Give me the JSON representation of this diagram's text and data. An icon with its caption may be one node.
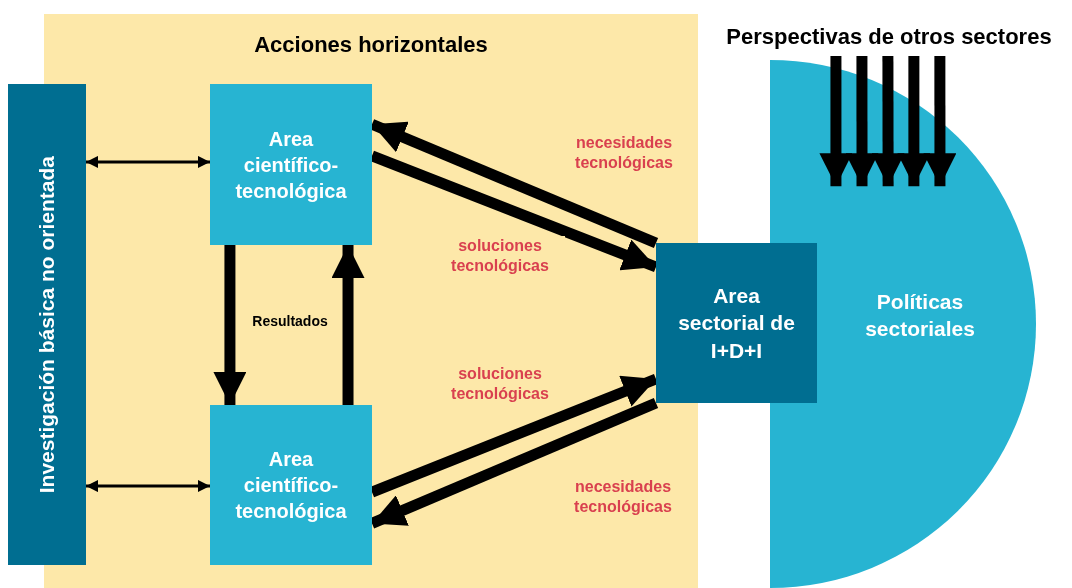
{
  "diagram": {
    "nodes": [
      {
        "text": [
          "Acciones horizontales"
        ]
      },
      {
        "text": [
          "Investigación básica no orientada"
        ]
      },
      {
        "text": [
          "Area científico-tecnológica"
        ],
        "in": 0
      },
      {
        "text": [
          "Area científico-tecnológica"
        ],
        "in": 0
      },
      {
        "text": [
          "Area sectorial de I+D+I"
        ]
      },
      {
        "text": [
          "Políticas sectoriales"
        ]
      },
      {
        "text": [
          "Perspectivas de otros sectores"
        ]
      }
    ],
    "edges": [
      {
        "from": 1,
        "to": 2,
        "arrow": "both"
      },
      {
        "from": 1,
        "to": 3,
        "arrow": "both"
      },
      {
        "from": 2,
        "to": 3,
        "arrow": "to",
        "label": "Resultados"
      },
      {
        "from": 3,
        "to": 2,
        "arrow": "to"
      },
      {
        "from": 4,
        "to": 2,
        "arrow": "to",
        "label": "necesidades tecnológicas"
      },
      {
        "from": 2,
        "to": 4,
        "arrow": "to",
        "label": "soluciones tecnológicas"
      },
      {
        "from": 3,
        "to": 4,
        "arrow": "to",
        "label": "soluciones tecnológicas"
      },
      {
        "from": 4,
        "to": 3,
        "arrow": "to",
        "label": "necesidades tecnológicas"
      },
      {
        "from": 6,
        "to": 5,
        "arrow": "to"
      },
      {
        "from": 6,
        "to": 5,
        "arrow": "to"
      },
      {
        "from": 6,
        "to": 5,
        "arrow": "to"
      },
      {
        "from": 6,
        "to": 5,
        "arrow": "to"
      },
      {
        "from": 6,
        "to": 5,
        "arrow": "to"
      }
    ]
  }
}
